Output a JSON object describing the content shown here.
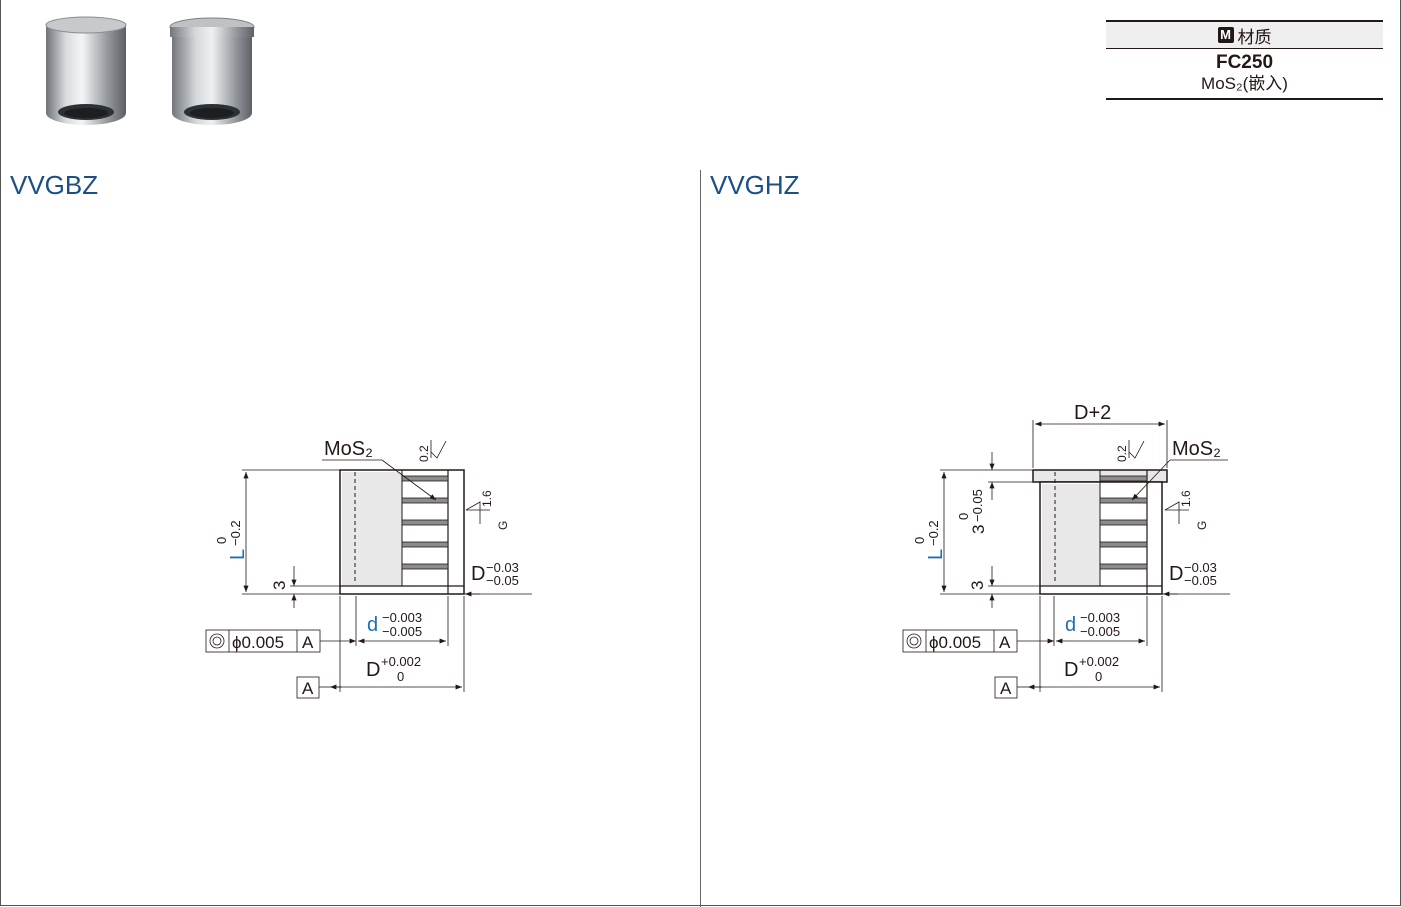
{
  "material": {
    "badge": "M",
    "header": "材质",
    "value1": "FC250",
    "value2": "MoS₂(嵌入)"
  },
  "left": {
    "title": "VVGBZ",
    "mos2": "MoS₂",
    "rough_top": "0.2",
    "rough_side": "1.6",
    "rough_g": "G",
    "L_label": "L",
    "L_tol_upper": "0",
    "L_tol_lower": "−0.2",
    "dim3": "3",
    "D_out": "D",
    "D_out_upper": "−0.03",
    "D_out_lower": "−0.05",
    "d_label": "d",
    "d_upper": "−0.003",
    "d_lower": "−0.005",
    "coax_value": "ϕ0.005",
    "datum": "A",
    "D_in": "D",
    "D_in_upper": "+0.002",
    "D_in_lower": "0"
  },
  "right": {
    "title": "VVGHZ",
    "top_dim": "D+2",
    "mos2": "MoS₂",
    "rough_top": "0.2",
    "rough_side": "1.6",
    "rough_g": "G",
    "L_label": "L",
    "L_tol_upper": "0",
    "L_tol_lower": "−0.2",
    "flange_dim": "3",
    "flange_tol_upper": "0",
    "flange_tol_lower": "−0.05",
    "dim3": "3",
    "D_out": "D",
    "D_out_upper": "−0.03",
    "D_out_lower": "−0.05",
    "d_label": "d",
    "d_upper": "−0.003",
    "d_lower": "−0.005",
    "coax_value": "ϕ0.005",
    "datum": "A",
    "D_in": "D",
    "D_in_upper": "+0.002",
    "D_in_lower": "0"
  }
}
